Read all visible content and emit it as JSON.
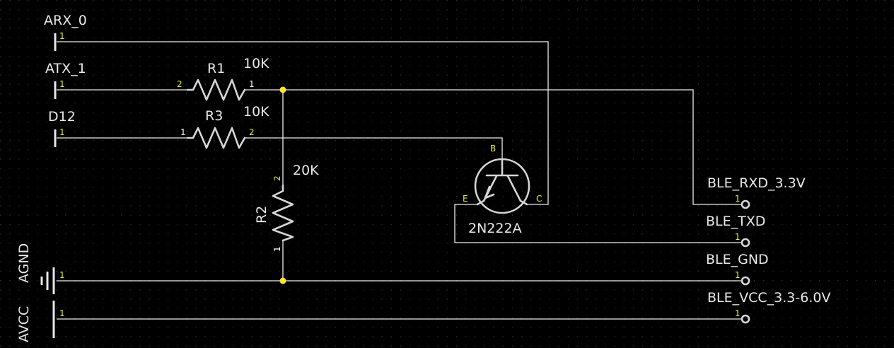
{
  "nets": {
    "arx": "ARX_0",
    "atx": "ATX_1",
    "d12": "D12",
    "agnd": "AGND",
    "avcc": "AVCC",
    "ble_rxd": "BLE_RXD_3.3V",
    "ble_txd": "BLE_TXD",
    "ble_gnd": "BLE_GND",
    "ble_vcc": "BLE_VCC_3.3-6.0V"
  },
  "components": {
    "r1": {
      "ref": "R1",
      "value": "10K",
      "pin_a": "2",
      "pin_b": "1"
    },
    "r3": {
      "ref": "R3",
      "value": "10K",
      "pin_a": "1",
      "pin_b": "2"
    },
    "r2": {
      "ref": "R2",
      "value": "20K",
      "pin_top": "2",
      "pin_bottom": "1"
    },
    "q1": {
      "part": "2N222A",
      "base": "B",
      "emitter": "E",
      "collector": "C"
    }
  },
  "pins": {
    "one": "1"
  },
  "colors": {
    "background": "#000000",
    "wire": "#ececec",
    "junction": "#ffe628",
    "pin_number": "#e8e84a"
  }
}
